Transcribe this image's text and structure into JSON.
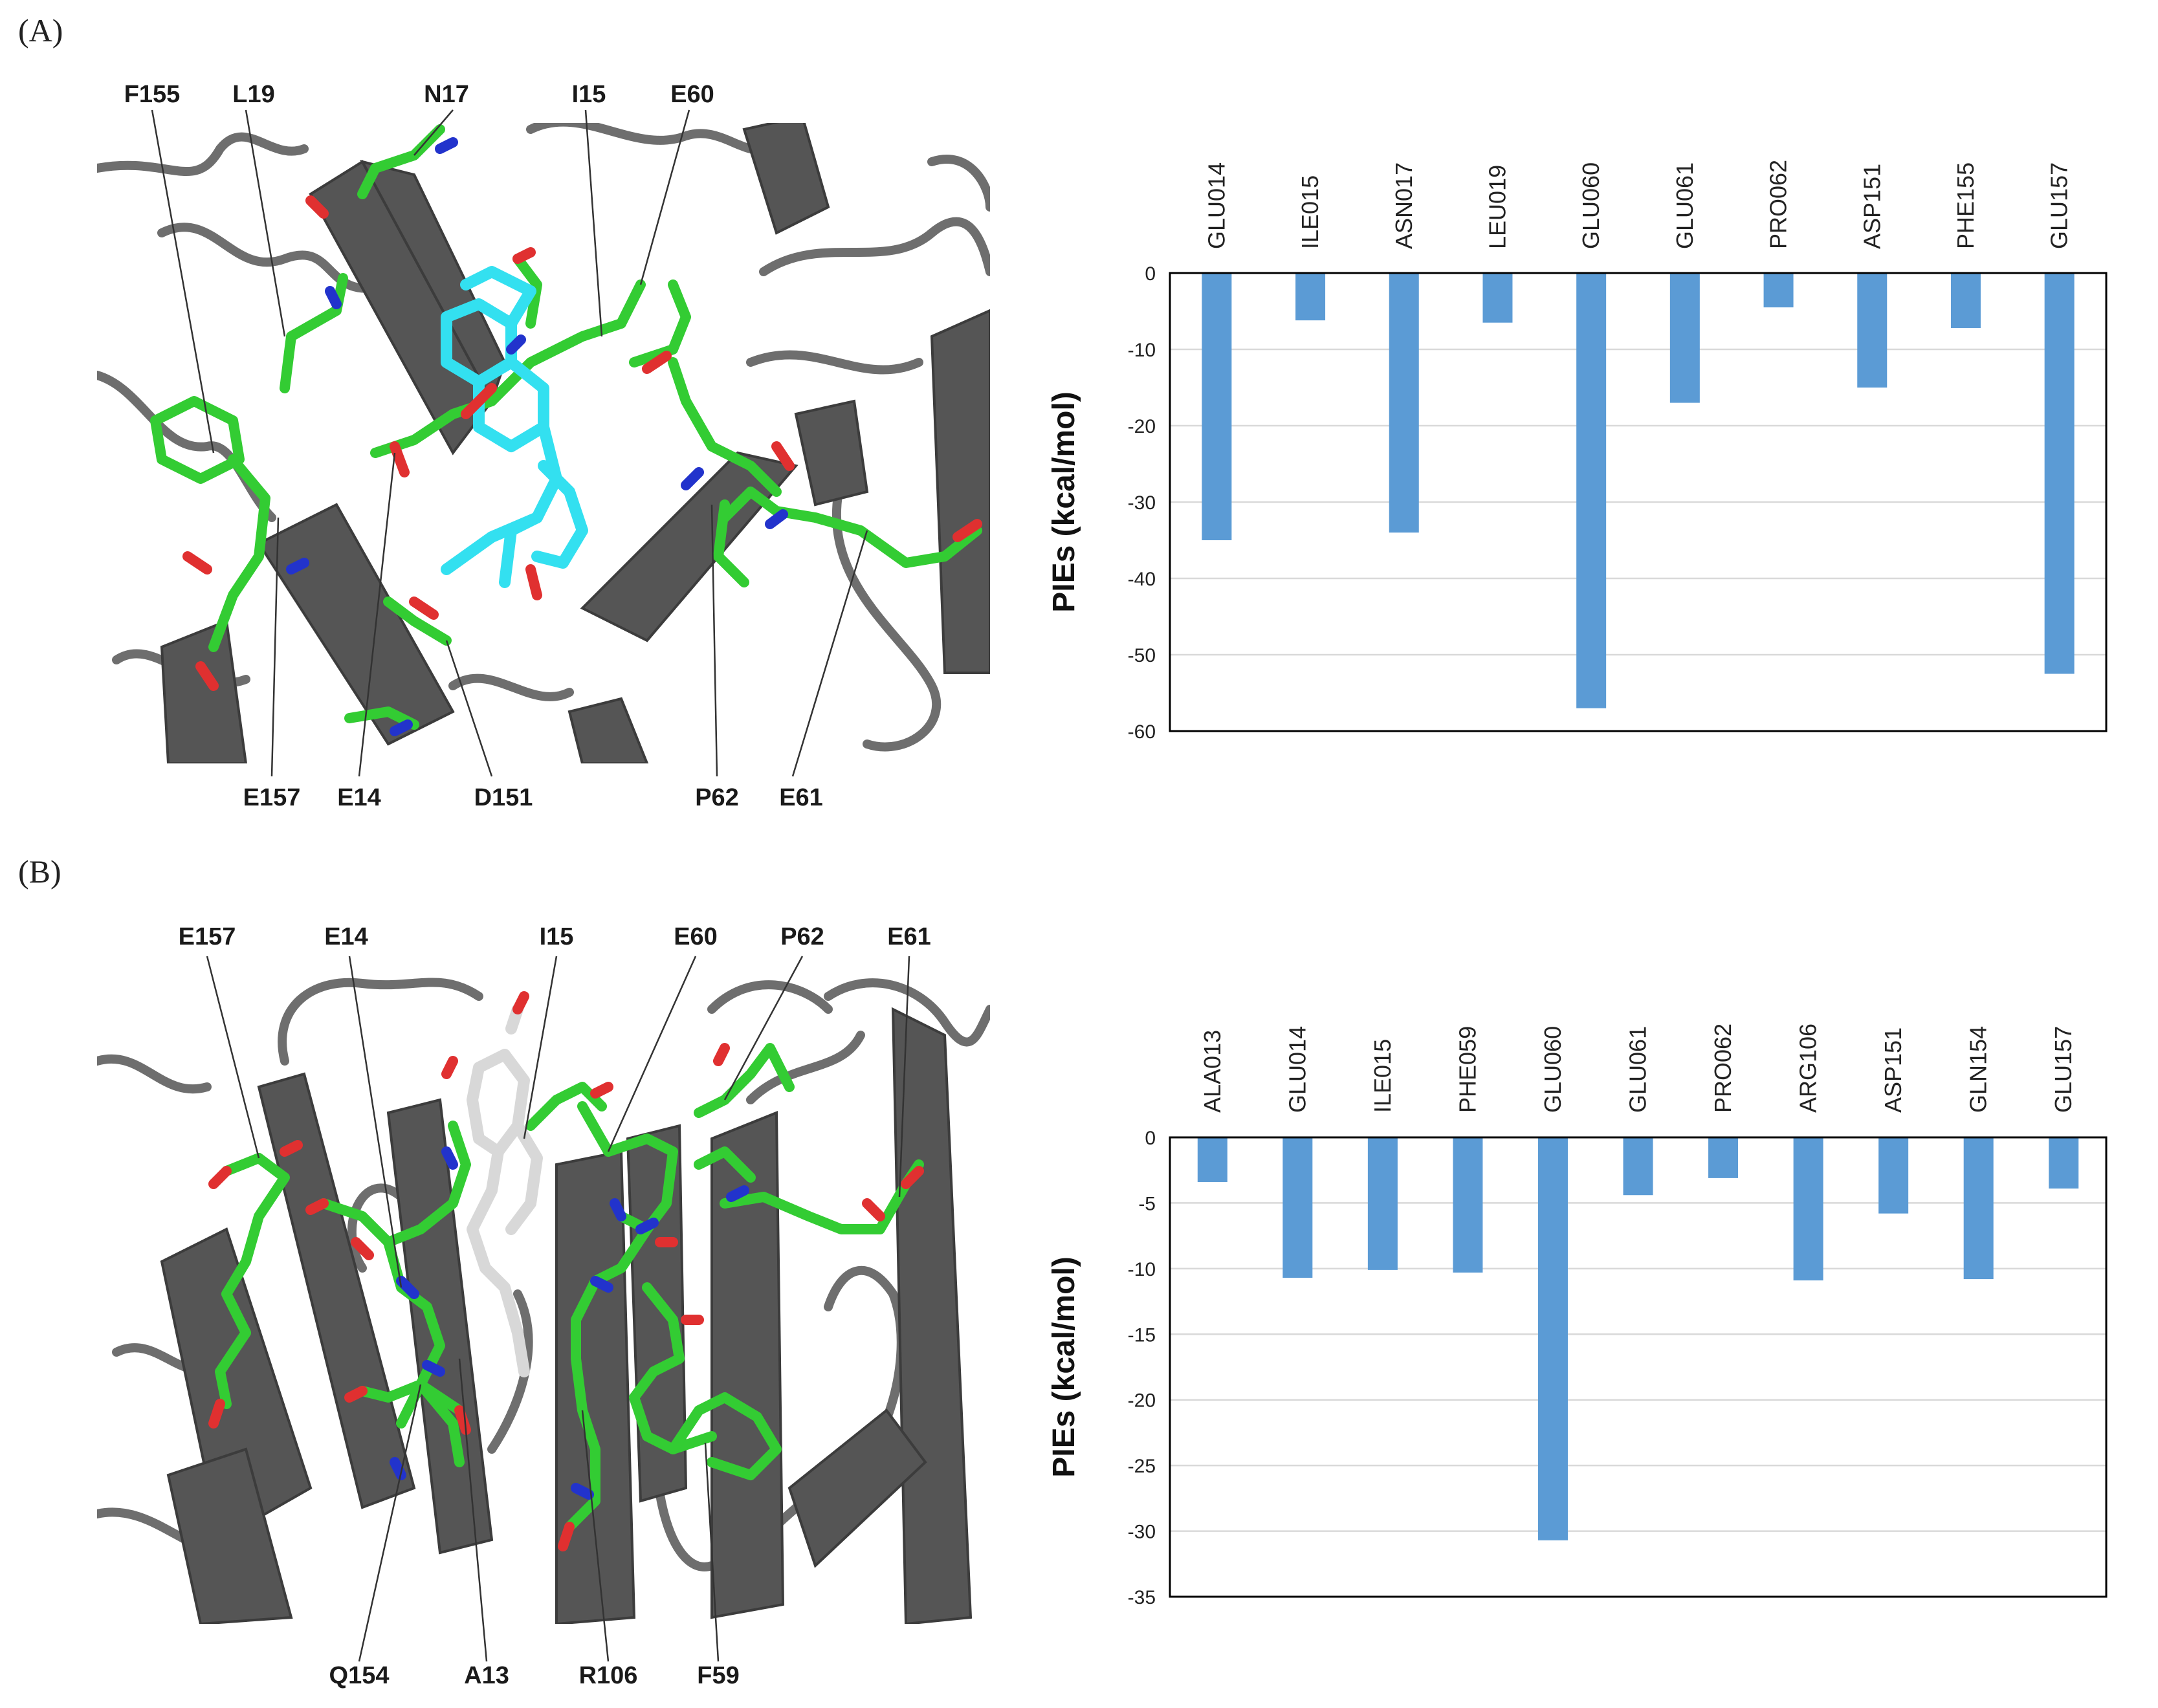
{
  "panels": [
    {
      "letter": "(A)",
      "residue_labels": [
        "F155",
        "L19",
        "N17",
        "I15",
        "E60",
        "E157",
        "E14",
        "D151",
        "P62",
        "E61"
      ]
    },
    {
      "letter": "(B)",
      "residue_labels": [
        "E157",
        "E14",
        "I15",
        "E60",
        "P62",
        "E61",
        "Q154",
        "A13",
        "R106",
        "F59"
      ]
    }
  ],
  "colors": {
    "bar": "#5b9bd5",
    "grid": "#d9d9d9",
    "ribbon": "#5a5a5a",
    "carbon": "#33cc33",
    "ligand_a": "#33e0f0",
    "ligand_b": "#d8d8d8",
    "oxygen": "#e03030",
    "nitrogen": "#2233cc"
  },
  "chart_data": [
    {
      "type": "bar",
      "categories": [
        "GLU014",
        "ILE015",
        "ASN017",
        "LEU019",
        "GLU060",
        "GLU061",
        "PRO062",
        "ASP151",
        "PHE155",
        "GLU157"
      ],
      "values": [
        -35,
        -6.2,
        -34,
        -6.5,
        -57,
        -17,
        -4.5,
        -15,
        -7.2,
        -52.5
      ],
      "ylabel": "PIEs (kcal/mol)",
      "ylim": [
        -60,
        0
      ],
      "yticks": [
        0,
        -10,
        -20,
        -30,
        -40,
        -50,
        -60
      ],
      "grid": true
    },
    {
      "type": "bar",
      "categories": [
        "ALA013",
        "GLU014",
        "ILE015",
        "PHE059",
        "GLU060",
        "GLU061",
        "PRO062",
        "ARG106",
        "ASP151",
        "GLN154",
        "GLU157"
      ],
      "values": [
        -3.4,
        -10.7,
        -10.1,
        -10.3,
        -30.7,
        -4.4,
        -3.1,
        -10.9,
        -5.8,
        -10.8,
        -3.9
      ],
      "ylabel": "PIEs (kcal/mol)",
      "ylim": [
        -35,
        0
      ],
      "yticks": [
        0,
        -5,
        -10,
        -15,
        -20,
        -25,
        -30,
        -35
      ],
      "grid": true
    }
  ]
}
